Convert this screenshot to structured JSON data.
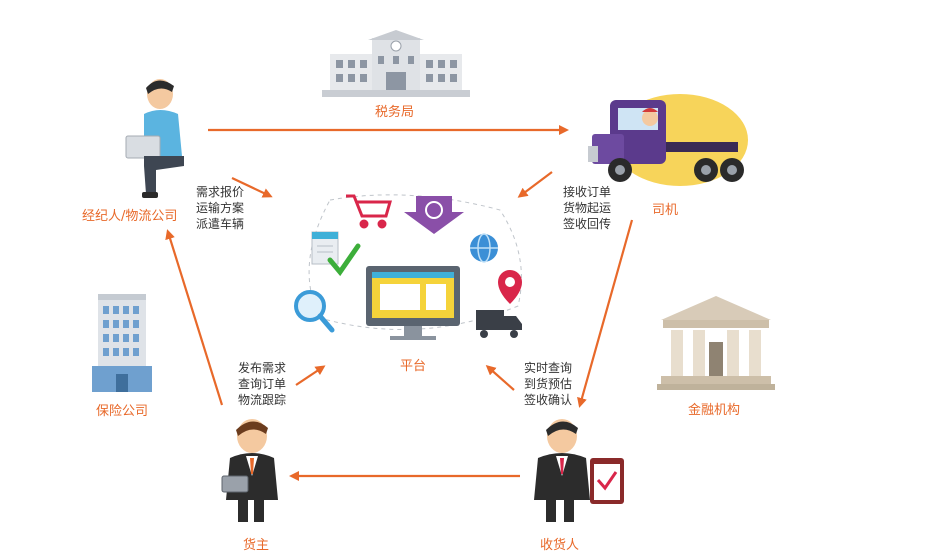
{
  "colors": {
    "accent": "#e8692a",
    "text": "#333333"
  },
  "nodes": {
    "tax_bureau": {
      "label": "税务局",
      "icon": "government-building-icon"
    },
    "broker": {
      "label": "经纪人/物流公司",
      "icon": "person-laptop-icon"
    },
    "driver": {
      "label": "司机",
      "icon": "truck-driver-icon"
    },
    "insurance": {
      "label": "保险公司",
      "icon": "office-tower-icon"
    },
    "platform": {
      "label": "平台",
      "icon": "computer-monitor-icon"
    },
    "finance": {
      "label": "金融机构",
      "icon": "bank-building-icon"
    },
    "shipper": {
      "label": "货主",
      "icon": "businessman-tablet-icon"
    },
    "consignee": {
      "label": "收货人",
      "icon": "businessman-clipboard-icon"
    }
  },
  "notes": {
    "broker_to_platform": [
      "需求报价",
      "运输方案",
      "派遣车辆"
    ],
    "driver_to_platform": [
      "接收订单",
      "货物起运",
      "签收回传"
    ],
    "shipper_to_platform": [
      "发布需求",
      "查询订单",
      "物流跟踪"
    ],
    "consignee_to_platform": [
      "实时查询",
      "到货预估",
      "签收确认"
    ]
  },
  "platform_icons": [
    "shopping-cart-icon",
    "dollar-download-icon",
    "globe-pin-icon",
    "document-icon",
    "checkmark-icon",
    "magnifier-icon",
    "location-pin-icon",
    "delivery-truck-icon"
  ]
}
